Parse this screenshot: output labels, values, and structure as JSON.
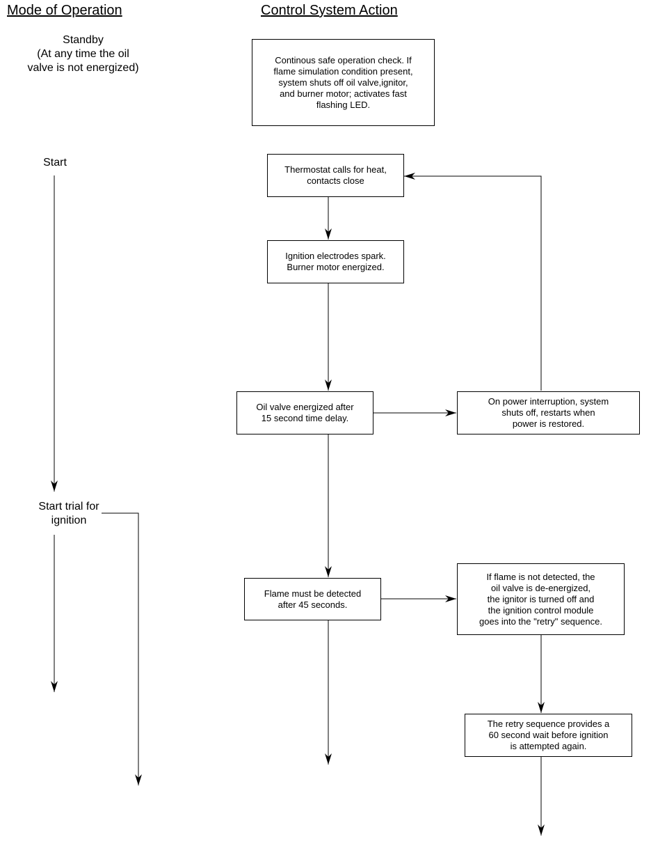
{
  "headers": {
    "mode": "Mode of Operation",
    "control": "Control System Action"
  },
  "modes": {
    "standby": "Standby\n(At any time the oil\nvalve is not energized)",
    "start": "Start",
    "trial": "Start trial for\nignition"
  },
  "boxes": {
    "safety_check": "Continous safe operation check. If\nflame simulation condition present,\nsystem shuts off oil valve,ignitor,\nand burner motor; activates fast\nflashing LED.",
    "thermostat": "Thermostat calls for heat,\ncontacts close",
    "ignition": "Ignition electrodes spark.\nBurner motor energized.",
    "oil_valve": "Oil valve energized after\n15 second time delay.",
    "power_interrupt": "On power interruption, system\nshuts off, restarts when\npower is restored.",
    "flame_detect": "Flame must be detected\nafter 45 seconds.",
    "flame_fail": "If flame is not detected, the\noil valve is de-energized,\nthe ignitor is turned off and\nthe ignition control module\ngoes into the \"retry\" sequence.",
    "retry": "The retry sequence provides a\n60 second wait before ignition\nis attempted again."
  }
}
